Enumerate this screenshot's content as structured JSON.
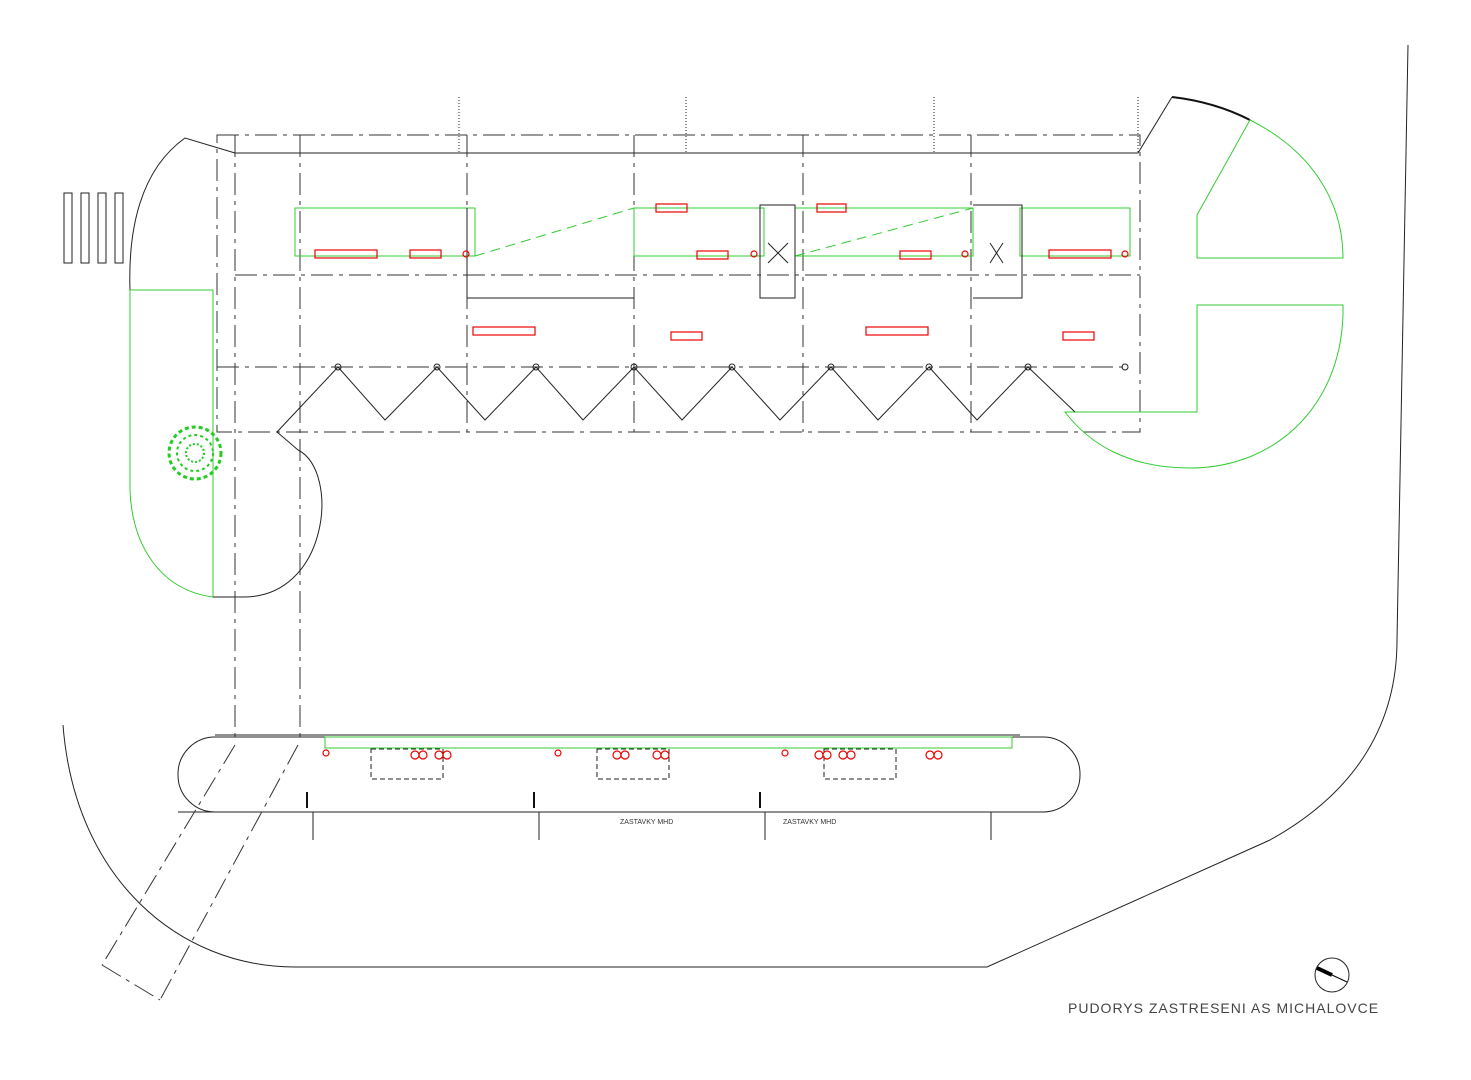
{
  "drawing": {
    "title": "PUDORYS ZASTRESENI AS MICHALOVCE",
    "stop_labels": [
      "ZASTAVKY MHD",
      "ZASTAVKY MHD"
    ]
  },
  "colors": {
    "line": "#222222",
    "green": "#33cc33",
    "red": "#ee0000"
  }
}
